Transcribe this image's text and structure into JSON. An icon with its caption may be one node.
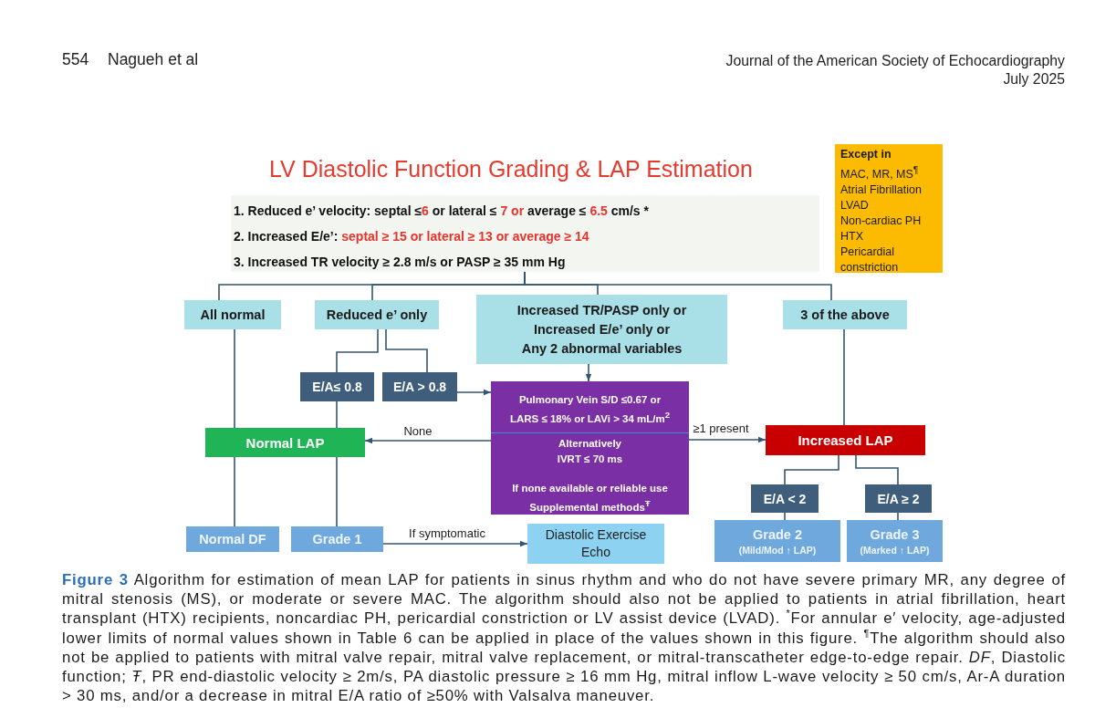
{
  "diagram": {
    "title": "LV Diastolic Function Grading & LAP Estimation",
    "caption": "**Figure 3** Algorithm for estimation of mean LAP for patients in sinus rhythm and who do not have severe primary MR, any degree of mitral stenosis (MS), or moderate or severe MAC. The algorithm should also not be applied to patients in atrial fibrillation, heart transplant (HTX) recipients, noncardiac PH, pericardial constriction or LV assist device (LVAD). $^{*}$For annular e′ velocity, age-adjusted lower limits of normal values shown in Table 6 can be applied in place of the values shown in this figure. $^{¶}$The algorithm should also not be applied to patients with mitral valve repair, mitral valve replacement, or mitral-transcatheter edge-to-edge repair. *DF*, Diastolic function; *Ŧ*, PR end-diastolic velocity ≥ 2m/s, PA diastolic pressure ≥ 16 mm Hg, mitral inflow L-wave velocity ≥ 50 cm/s, Ar-A duration > 30 ms, and/or a decrease in mitral E/A ratio of ≥50% with Valsalva maneuver.",
    "nodes": [
      {
        "text": [
          "1. Reduced e’ velocity: septal ≤**6** or lateral ≤ **7 or** average ≤ **6.5** cm/s *",
          "2. Increased E/e’: **septal ≥ 15 or lateral ≥ 13 or average ≥ 14**",
          "3. Increased TR velocity ≥ 2.8 m/s or PASP ≥ 35 mm Hg"
        ]
      },
      {
        "text": [
          "Except in",
          "MAC, MR, MS$^{¶}$",
          "Atrial Fibrillation",
          "LVAD",
          "Non-cardiac PH",
          "HTX",
          "Pericardial constriction"
        ]
      },
      {
        "text": [
          "All normal"
        ]
      },
      {
        "text": [
          "Reduced e’ only"
        ]
      },
      {
        "text": [
          "Increased TR/PASP only or",
          "Increased E/e’ only or",
          "Any 2 abnormal variables"
        ]
      },
      {
        "text": [
          "3 of the above"
        ]
      },
      {
        "text": [
          "E/A≤ 0.8"
        ]
      },
      {
        "text": [
          "E/A > 0.8"
        ]
      },
      {
        "text": [
          "Pulmonary Vein S/D ≤0.67 or LARS ≤ 18% or LAVi > 34 mL/m$^{2}$",
          "Alternatively IVRT ≤ 70 ms",
          "If none available or reliable use Supplemental methods$^{Ŧ}$"
        ]
      },
      {
        "text": [
          "Normal LAP"
        ]
      },
      {
        "text": [
          "Increased LAP"
        ]
      },
      {
        "text": [
          "E/A < 2"
        ]
      },
      {
        "text": [
          "E/A ≥ 2"
        ]
      },
      {
        "text": [
          "Normal DF"
        ]
      },
      {
        "text": [
          "Grade 1"
        ]
      },
      {
        "text": [
          "Diastolic Exercise Echo"
        ]
      },
      {
        "text": [
          "Grade 2",
          "(Mild/Mod ↑ LAP)"
        ]
      },
      {
        "text": [
          "Grade 3",
          "(Marked ↑ LAP)"
        ]
      }
    ],
    "edges": [
      {
        "from": 0,
        "to": 2,
        "arrow": "none"
      },
      {
        "from": 0,
        "to": 3,
        "arrow": "none"
      },
      {
        "from": 0,
        "to": 4,
        "arrow": "none"
      },
      {
        "from": 0,
        "to": 5,
        "arrow": "none"
      },
      {
        "from": 2,
        "to": 9,
        "arrow": "none"
      },
      {
        "from": 9,
        "to": 13,
        "arrow": "none"
      },
      {
        "from": 3,
        "to": 6,
        "arrow": "none"
      },
      {
        "from": 3,
        "to": 7,
        "arrow": "none"
      },
      {
        "from": 6,
        "to": 9,
        "arrow": "none"
      },
      {
        "from": 9,
        "to": 14,
        "arrow": "none"
      },
      {
        "from": 7,
        "to": 8,
        "arrow": "to"
      },
      {
        "from": 4,
        "to": 8,
        "arrow": "to"
      },
      {
        "from": 8,
        "to": 9,
        "arrow": "to",
        "label": "None"
      },
      {
        "from": 8,
        "to": 10,
        "arrow": "to",
        "label": "≥1 present"
      },
      {
        "from": 5,
        "to": 10,
        "arrow": "none"
      },
      {
        "from": 10,
        "to": 11,
        "arrow": "none"
      },
      {
        "from": 10,
        "to": 12,
        "arrow": "none"
      },
      {
        "from": 11,
        "to": 16,
        "arrow": "none"
      },
      {
        "from": 12,
        "to": 17,
        "arrow": "none"
      },
      {
        "from": 14,
        "to": 15,
        "arrow": "to",
        "label": "If symptomatic"
      }
    ],
    "labels": [
      "554",
      "Nagueh et al",
      "Journal of the American Society of Echocardiography",
      "July 2025"
    ]
  }
}
